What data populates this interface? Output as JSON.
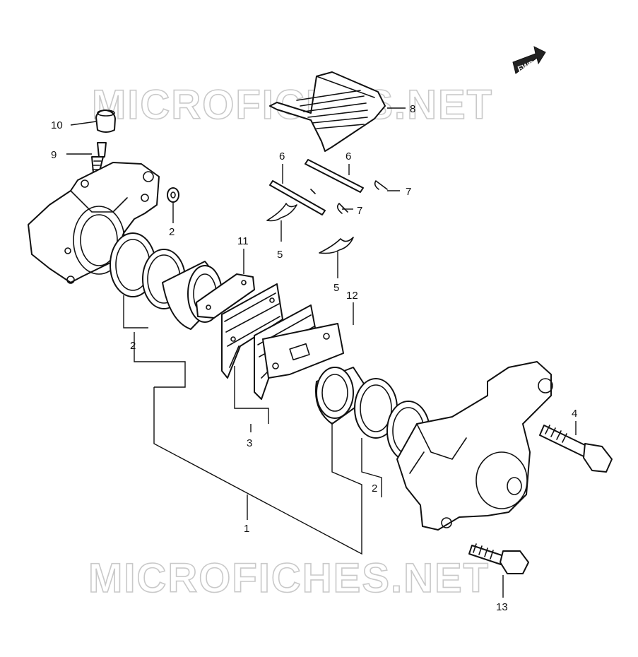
{
  "watermark": "MICROFICHES.NET",
  "direction_arrow": "FWD",
  "callouts": {
    "p1": "1",
    "p2a": "2",
    "p2b": "2",
    "p2c": "2",
    "p3": "3",
    "p4": "4",
    "p5a": "5",
    "p5b": "5",
    "p6a": "6",
    "p6b": "6",
    "p7a": "7",
    "p7b": "7",
    "p8": "8",
    "p9": "9",
    "p10": "10",
    "p11": "11",
    "p12": "12",
    "p13": "13"
  }
}
